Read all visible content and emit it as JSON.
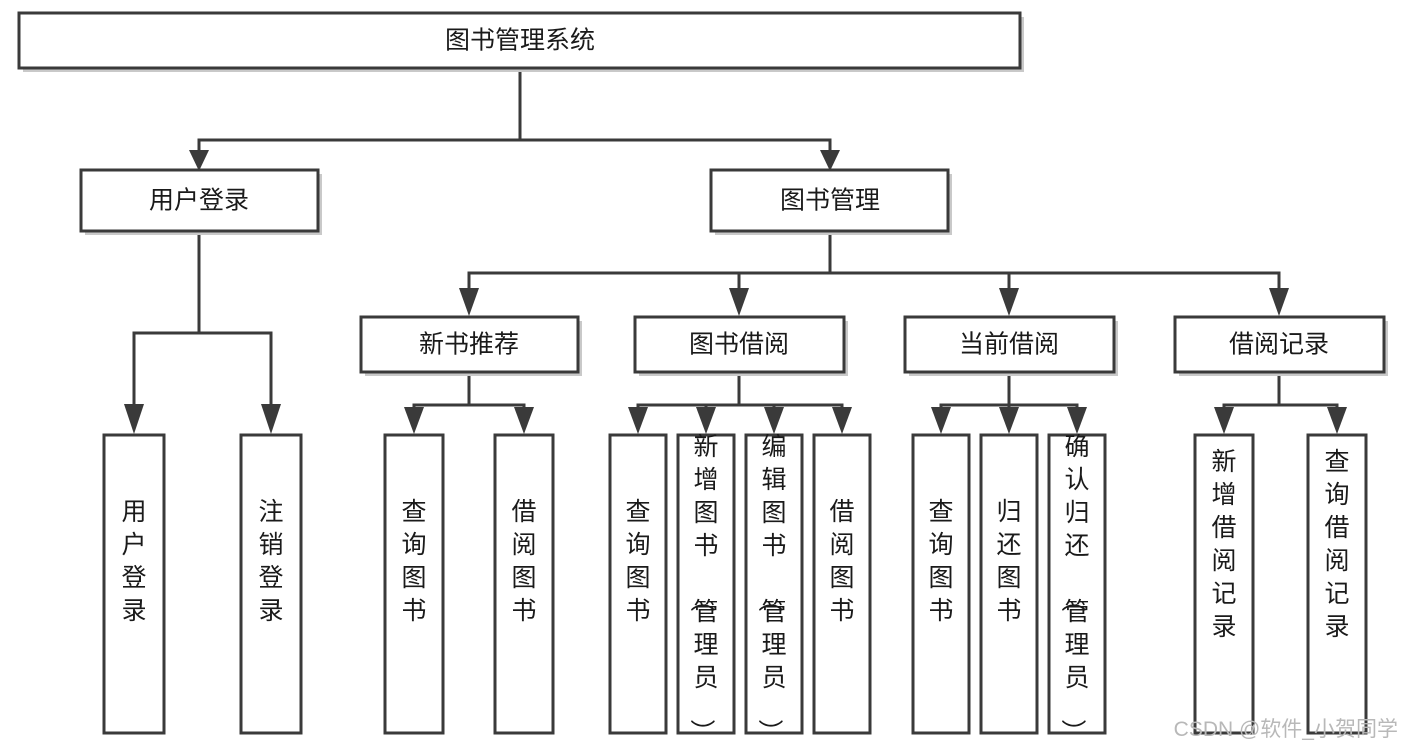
{
  "diagram": {
    "type": "tree-hierarchy",
    "title": "图书管理系统",
    "watermark": "CSDN @软件_小贺同学",
    "colors": {
      "stroke": "#3a3a3a",
      "fill": "#ffffff",
      "text": "#1a1a1a",
      "watermark": "#b8b8b8"
    },
    "levels": {
      "root": {
        "label": "图书管理系统"
      },
      "level2": [
        {
          "id": "user-login",
          "label": "用户登录"
        },
        {
          "id": "book-manage",
          "label": "图书管理"
        }
      ],
      "level3": [
        {
          "id": "new-book-rec",
          "label": "新书推荐"
        },
        {
          "id": "book-borrow",
          "label": "图书借阅"
        },
        {
          "id": "current-borrow",
          "label": "当前借阅"
        },
        {
          "id": "borrow-record",
          "label": "借阅记录"
        }
      ],
      "leaves": {
        "user-login": [
          {
            "id": "leaf-user-login",
            "label": "用户登录"
          },
          {
            "id": "leaf-logout-login",
            "label": "注销登录"
          }
        ],
        "new-book-rec": [
          {
            "id": "leaf-query-book-1",
            "label": "查询图书"
          },
          {
            "id": "leaf-borrow-book-1",
            "label": "借阅图书"
          }
        ],
        "book-borrow": [
          {
            "id": "leaf-query-book-2",
            "label": "查询图书"
          },
          {
            "id": "leaf-add-book",
            "label": "新增图书（管理员）"
          },
          {
            "id": "leaf-edit-book",
            "label": "编辑图书（管理员）"
          },
          {
            "id": "leaf-borrow-book-2",
            "label": "借阅图书"
          }
        ],
        "current-borrow": [
          {
            "id": "leaf-query-book-3",
            "label": "查询图书"
          },
          {
            "id": "leaf-return-book",
            "label": "归还图书"
          },
          {
            "id": "leaf-confirm-return",
            "label": "确认归还（管理员）"
          }
        ],
        "borrow-record": [
          {
            "id": "leaf-add-record",
            "label": "新增借阅记录"
          },
          {
            "id": "leaf-query-record",
            "label": "查询借阅记录"
          }
        ]
      }
    }
  }
}
